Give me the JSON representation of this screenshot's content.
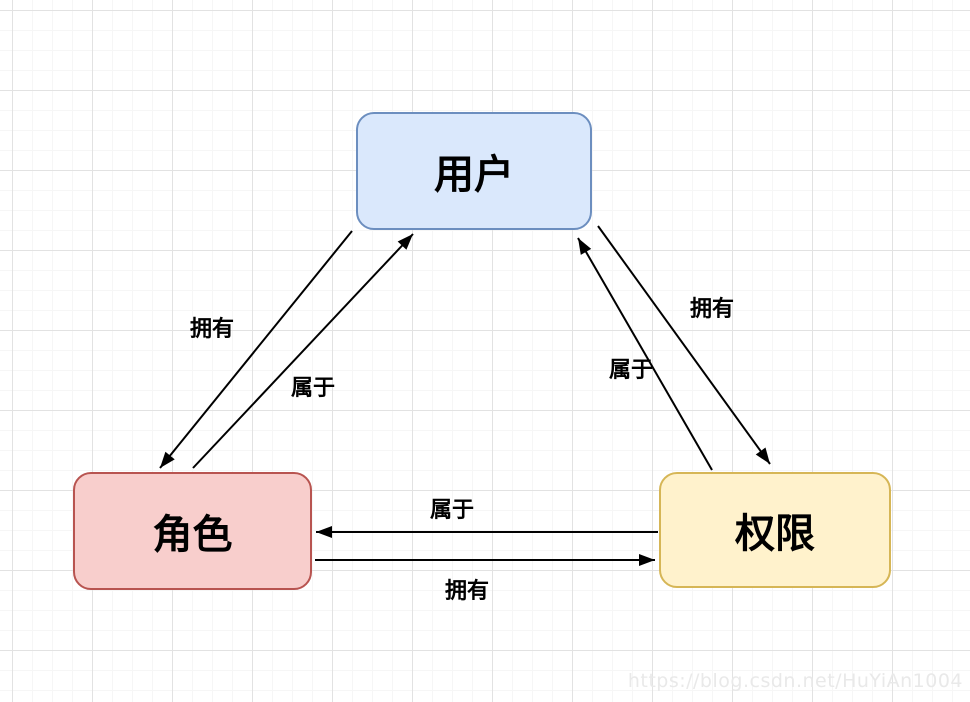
{
  "diagram": {
    "nodes": [
      {
        "id": "user",
        "label": "用户",
        "fill": "#dae8fc",
        "stroke": "#6c8ebf"
      },
      {
        "id": "role",
        "label": "角色",
        "fill": "#f8cecc",
        "stroke": "#b85450"
      },
      {
        "id": "permission",
        "label": "权限",
        "fill": "#fff2cc",
        "stroke": "#d6b656"
      }
    ],
    "edges": [
      {
        "from": "user",
        "to": "role",
        "label": "拥有"
      },
      {
        "from": "role",
        "to": "user",
        "label": "属于"
      },
      {
        "from": "user",
        "to": "permission",
        "label": "拥有"
      },
      {
        "from": "permission",
        "to": "user",
        "label": "属于"
      },
      {
        "from": "permission",
        "to": "role",
        "label": "属于"
      },
      {
        "from": "role",
        "to": "permission",
        "label": "拥有"
      }
    ],
    "edge_color": "#000000"
  },
  "watermark": {
    "text": "https://blog.csdn.net/HuYiAn1004"
  }
}
